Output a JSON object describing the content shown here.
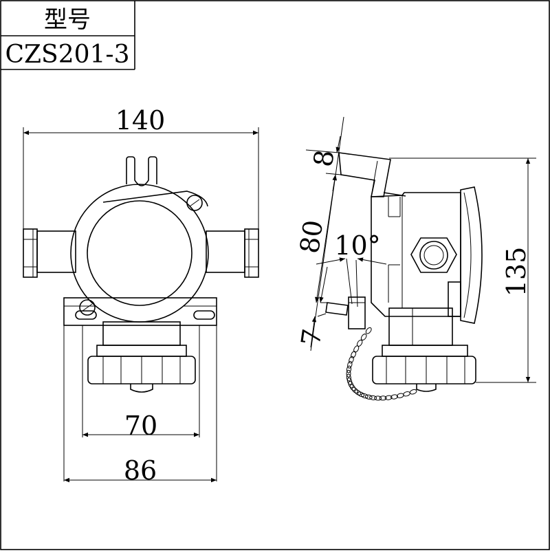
{
  "title_block": {
    "header": "型号",
    "model": "CZS201-3"
  },
  "dimensions": {
    "overall_width": "140",
    "base_inner_width": "70",
    "base_outer_width": "86",
    "height": "135",
    "top_offset": "8",
    "cover_depth": "80",
    "tilt_angle": "10°",
    "bottom_offset": "7"
  },
  "colors": {
    "line": "#000000",
    "background": "#ffffff"
  }
}
